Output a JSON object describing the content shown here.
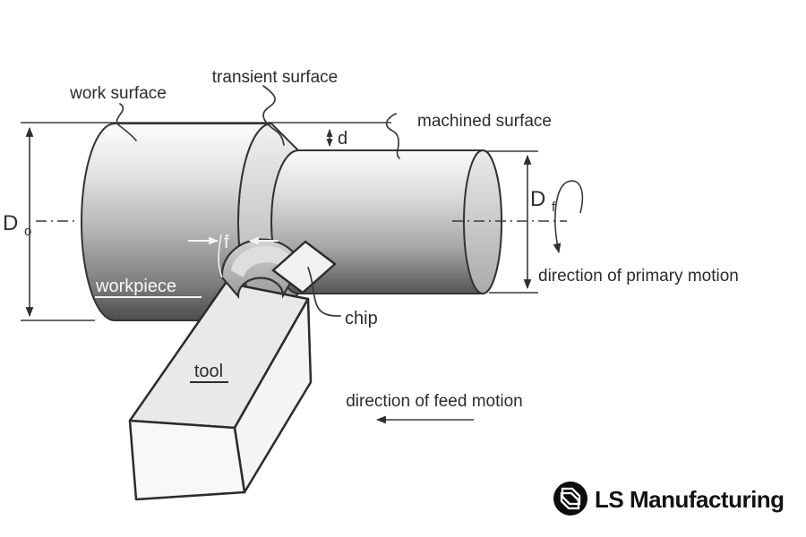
{
  "diagram": {
    "title_context": "turning operation diagram",
    "labels": {
      "work_surface": "work surface",
      "transient_surface": "transient surface",
      "machined_surface": "machined surface",
      "workpiece": "workpiece",
      "tool": "tool",
      "chip": "chip",
      "direction_primary": "direction of primary motion",
      "direction_feed": "direction of feed motion"
    },
    "dimensions": {
      "original_diameter": {
        "symbol": "D",
        "subscript": "o"
      },
      "final_diameter": {
        "symbol": "D",
        "subscript": "f"
      },
      "depth_of_cut": "d",
      "feed": "f"
    },
    "colors": {
      "ink": "#2c2c2c",
      "background": "#ffffff",
      "cylinder_light": "#fbfbfb",
      "cylinder_dark": "#4f4f4f",
      "tool_face": "#e9e9e9"
    }
  },
  "branding": {
    "logo_text": "LS Manufacturing",
    "logo_icon": "ls-monogram-icon",
    "logo_color": "#0d0d0d"
  }
}
